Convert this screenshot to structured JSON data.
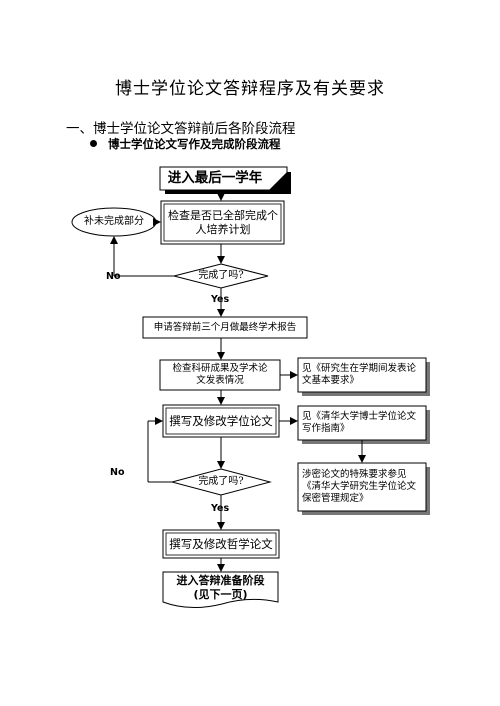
{
  "page": {
    "title": "博士学位论文答辩程序及有关要求",
    "section": "一、博士学位论文答辩前后各阶段流程",
    "subheading": "博士学位论文写作及完成阶段流程"
  },
  "flow": {
    "start": "进入最后一学年",
    "check_plan": "检查是否已全部完成个人培养计划",
    "supplement": "补未完成部分",
    "decision1": "完成了吗?",
    "apply": "申请答辩前三个月做最终学术报告",
    "check_research": "检查科研成果及学术论文发表情况",
    "note1": "见《研究生在学期间发表论文基本要求》",
    "write_thesis": "撰写及修改学位论文",
    "note2": "见《清华大学博士学位论文写作指南》",
    "note3": "涉密论文的特殊要求参见《清华大学研究生学位论文保密管理规定》",
    "decision2": "完成了吗?",
    "write_phil": "撰写及修改哲学论文",
    "next_stage": "进入答辩准备阶段\n(见下一页)",
    "yes": "Yes",
    "no": "No"
  }
}
